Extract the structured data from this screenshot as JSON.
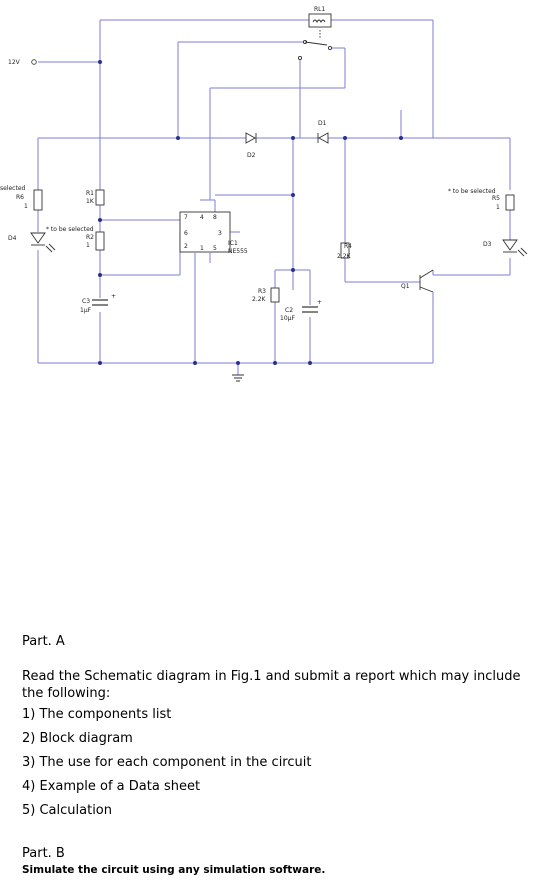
{
  "schematic": {
    "supply": "12V",
    "labels": {
      "rl1": "RL1",
      "d1": "D1",
      "d2": "D2",
      "r1": "R1",
      "r1_val": "1K",
      "r6_selected": "selected",
      "r6": "R6",
      "r6_num": "1",
      "r2_note": "* to be selected",
      "r2": "R2",
      "r2_num": "1",
      "d4": "D4",
      "c3": "C3",
      "c3_val": "1µF",
      "ic1": "IC1",
      "ic1_type": "NE555",
      "pin7": "7",
      "pin4": "4",
      "pin8": "8",
      "pin6": "6",
      "pin3": "3",
      "pin2": "2",
      "pin1": "1",
      "pin5": "5",
      "r3": "R3",
      "r3_val": "2.2K",
      "c2": "C2",
      "c2_val": "10µF",
      "r4": "R4",
      "r4_val": "2.2K",
      "q1": "Q1",
      "r5_note": "* to be selected",
      "r5": "R5",
      "r5_num": "1",
      "d3": "D3",
      "plus": "+"
    }
  },
  "part_a": {
    "heading": "Part. A",
    "intro": "Read the Schematic diagram in Fig.1 and submit a report which may include the following:",
    "items": [
      "1) The components list",
      "2) Block diagram",
      "3) The use for each component in the circuit",
      "4) Example of a Data sheet",
      "5) Calculation"
    ]
  },
  "part_b": {
    "heading": "Part. B",
    "text": "Simulate the circuit using any simulation software."
  }
}
